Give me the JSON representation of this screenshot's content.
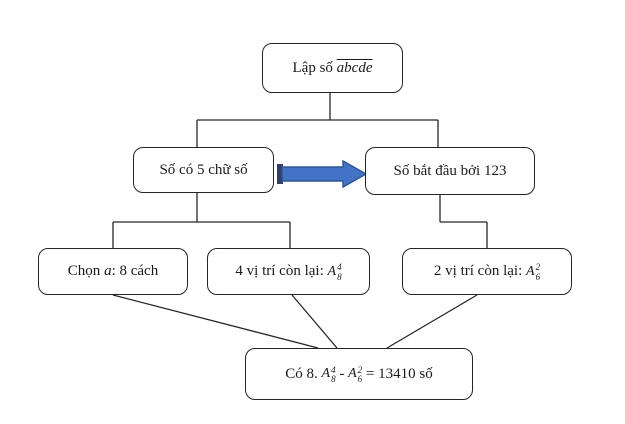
{
  "nodes": {
    "root": {
      "label": "Lập số ",
      "overline": "abcde"
    },
    "five_digit": {
      "label": "Số có 5 chữ số"
    },
    "starts_123": {
      "label": "Số bắt đầu bởi 123"
    },
    "choose_a": {
      "pre": "Chọn ",
      "var": "a",
      "post": ": 8 cách"
    },
    "four_remaining": {
      "label": "4 vị trí còn lại: ",
      "sym": "A",
      "sup": "4",
      "sub": "8"
    },
    "two_remaining": {
      "label": "2 vị trí còn lại: ",
      "sym": "A",
      "sup": "2",
      "sub": "6"
    },
    "result": {
      "pre": "Có 8. ",
      "sym1": "A",
      "sup1": "4",
      "sub1": "8",
      "minus": " - ",
      "sym2": "A",
      "sup2": "2",
      "sub2": "6",
      "post": " = 13410 số"
    }
  },
  "arrow": {
    "fill": "#4472C4",
    "edge": "#2F5597",
    "tail": "#333E63"
  },
  "line_color": "#262626"
}
